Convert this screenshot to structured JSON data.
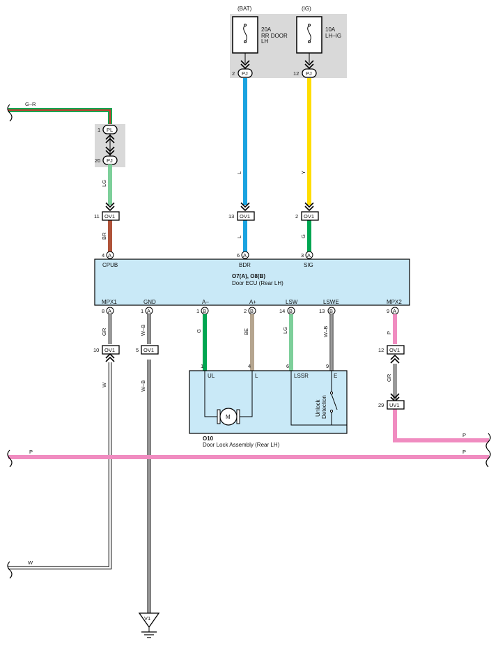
{
  "fuses": {
    "bat": {
      "source": "(BAT)",
      "rating": "20A",
      "name_1": "RR DOOR",
      "name_2": "LH"
    },
    "ig": {
      "source": "(IG)",
      "rating": "10A",
      "name_1": "LH–IG"
    }
  },
  "wires": {
    "g_r": "G–R",
    "lg": "LG",
    "l_top": "L",
    "y_top": "Y",
    "br": "BR",
    "l_bottom": "L",
    "g_sig": "G",
    "gr_mpx1": "GR",
    "w_mpx1": "W",
    "w_b_1": "W–B",
    "w_b_2": "W–B",
    "g_am": "G",
    "be_ap": "BE",
    "lg_lsw": "LG",
    "w_b_lswe": "W–B",
    "p_mpx2": "P",
    "gr_mpx2": "GR",
    "p_right": "P",
    "p_bus_left": "P",
    "p_bus_right": "P",
    "w_bottom": "W"
  },
  "connectors": {
    "pj_bat": {
      "pin": "2",
      "name": "PJ"
    },
    "pj_ig": {
      "pin": "12",
      "name": "PJ"
    },
    "pl": {
      "pin": "1",
      "name": "PL"
    },
    "pj_20": {
      "pin": "20",
      "name": "PJ"
    },
    "ov1_11": {
      "pin": "11",
      "name": "OV1"
    },
    "ov1_13": {
      "pin": "13",
      "name": "OV1"
    },
    "ov1_2": {
      "pin": "2",
      "name": "OV1"
    },
    "ov1_10": {
      "pin": "10",
      "name": "OV1"
    },
    "ov1_5": {
      "pin": "5",
      "name": "OV1"
    },
    "ov1_12": {
      "pin": "12",
      "name": "OV1"
    },
    "uv1_29": {
      "pin": "29",
      "name": "UV1"
    }
  },
  "ecu": {
    "ids": "O7(A), O8(B)",
    "name": "Door ECU (Rear LH)",
    "top_pins": [
      {
        "num": "4",
        "letter": "A",
        "label": "CPUB"
      },
      {
        "num": "6",
        "letter": "A",
        "label": "BDR"
      },
      {
        "num": "3",
        "letter": "A",
        "label": "SIG"
      }
    ],
    "bottom_pins": [
      {
        "num": "8",
        "letter": "A",
        "label": "MPX1"
      },
      {
        "num": "1",
        "letter": "A",
        "label": "GND"
      },
      {
        "num": "1",
        "letter": "B",
        "label": "A–"
      },
      {
        "num": "2",
        "letter": "B",
        "label": "A+"
      },
      {
        "num": "14",
        "letter": "B",
        "label": "LSW"
      },
      {
        "num": "13",
        "letter": "B",
        "label": "LSWE"
      },
      {
        "num": "9",
        "letter": "A",
        "label": "MPX2"
      }
    ]
  },
  "door_lock": {
    "id": "O10",
    "name": "Door Lock Assembly (Rear LH)",
    "pins": [
      {
        "num": "1",
        "label": "UL"
      },
      {
        "num": "4",
        "label": "L"
      },
      {
        "num": "6",
        "label": "LSSR"
      },
      {
        "num": "9",
        "label": "E"
      }
    ],
    "motor": "M",
    "switch_1": "Unlock",
    "switch_2": "Detection"
  },
  "ground": {
    "name": "V1"
  },
  "colors": {
    "blue_wire": "#1aa3e0",
    "yellow_wire": "#ffdd00",
    "green_wire": "#00a651",
    "light_green_wire": "#7dcf9a",
    "brown_wire": "#b0533a",
    "beige_wire": "#b5a58f",
    "gray_wire": "#999999",
    "pink_wire": "#f08cc0",
    "ecu_fill": "#c9e9f7",
    "fuse_box_fill": "#d9d9d9"
  }
}
